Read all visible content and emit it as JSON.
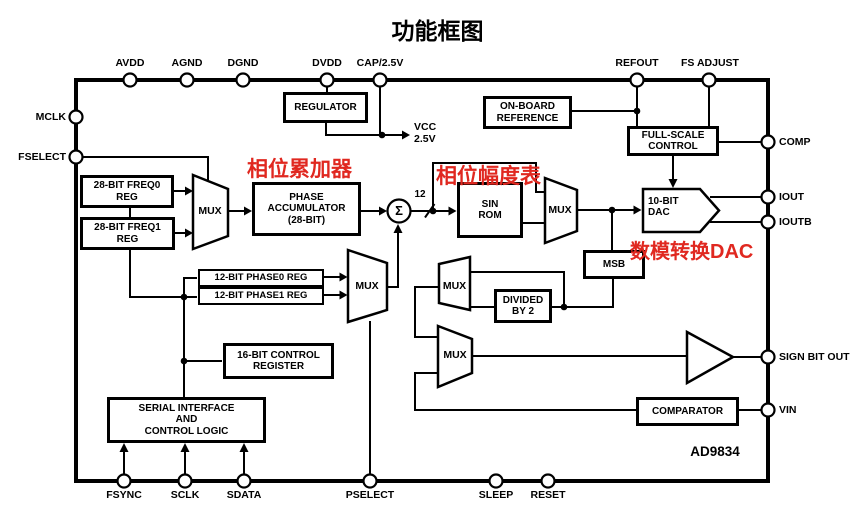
{
  "title": "功能框图",
  "chip": "AD9834",
  "annotation_color": "#e02820",
  "annotations": {
    "accumulator": "相位累加器",
    "amplitude_table": "相位幅度表",
    "dac": "数模转换DAC"
  },
  "pins": {
    "top": [
      "AVDD",
      "AGND",
      "DGND",
      "DVDD",
      "CAP/2.5V",
      "REFOUT",
      "FS ADJUST"
    ],
    "bottom": [
      "FSYNC",
      "SCLK",
      "SDATA",
      "PSELECT",
      "SLEEP",
      "RESET"
    ],
    "left": [
      "MCLK",
      "FSELECT"
    ],
    "right": [
      "COMP",
      "IOUT",
      "IOUTB",
      "SIGN BIT OUT",
      "VIN"
    ]
  },
  "blocks": {
    "regulator": "REGULATOR",
    "onboard_reference": "ON-BOARD\nREFERENCE",
    "full_scale_control": "FULL-SCALE\nCONTROL",
    "dac": "10-BIT\nDAC",
    "sin_rom": "SIN\nROM",
    "msb": "MSB",
    "divided_by_2": "DIVIDED\nBY 2",
    "comparator": "COMPARATOR",
    "freq0_reg": "28-BIT FREQ0\nREG",
    "freq1_reg": "28-BIT FREQ1\nREG",
    "phase0_reg": "12-BIT PHASE0 REG",
    "phase1_reg": "12-BIT PHASE1 REG",
    "control_register": "16-BIT CONTROL\nREGISTER",
    "serial_interface": "SERIAL INTERFACE\nAND\nCONTROL LOGIC",
    "phase_accumulator": "PHASE\nACCUMULATOR\n(28-BIT)",
    "mux": "MUX"
  },
  "labels": {
    "vcc": "VCC",
    "vcc_voltage": "2.5V",
    "bus_width": "12",
    "sigma": "Σ"
  }
}
